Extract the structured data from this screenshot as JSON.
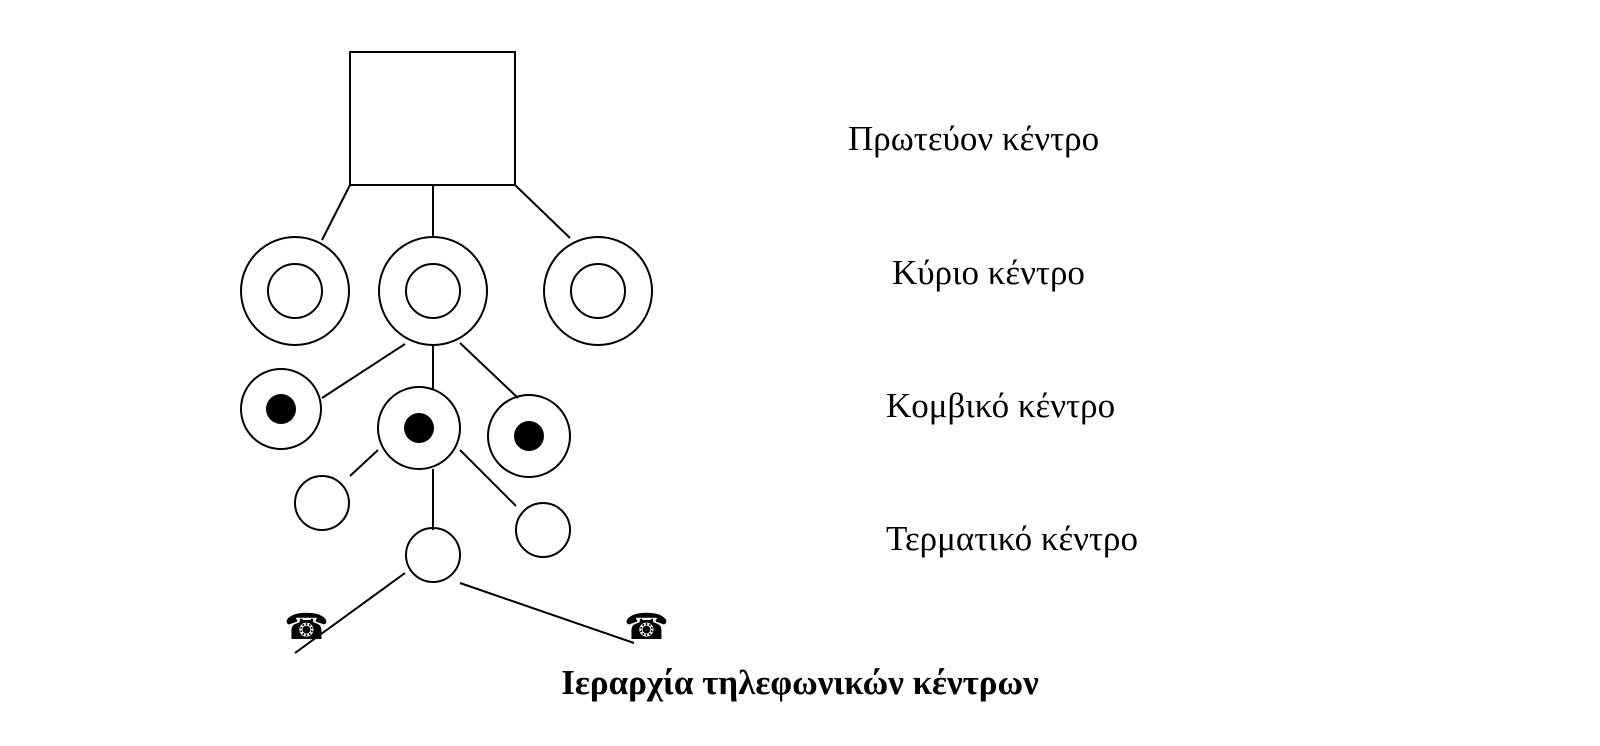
{
  "levels": {
    "primary": "Πρωτεύον κέντρο",
    "main": "Κύριο κέντρο",
    "junction": "Κομβικό κέντρο",
    "terminal": "Τερματικό κέντρο"
  },
  "caption": "Ιεραρχία τηλεφωνικών κέντρων",
  "icons": {
    "telephone": "☎"
  },
  "colors": {
    "stroke": "#000000",
    "background": "#ffffff"
  }
}
